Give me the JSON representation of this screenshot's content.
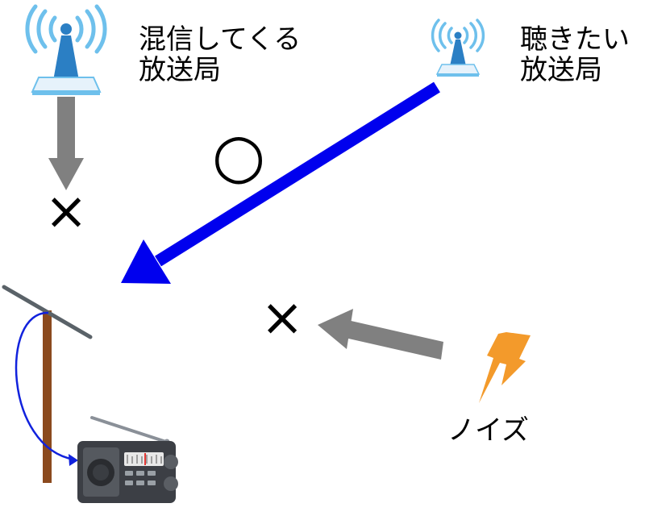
{
  "labels": {
    "interfering_station": [
      "混信してくる",
      "放送局"
    ],
    "desired_station": [
      "聴きたい",
      "放送局"
    ],
    "noise": "ノイズ"
  },
  "symbols": {
    "ok_mark": "○",
    "ng_mark_top": "×",
    "ng_mark_noise": "×"
  },
  "icons": {
    "interfering_station": "broadcast-tower-icon",
    "desired_station": "broadcast-tower-icon",
    "noise": "lightning-bolt-icon",
    "antenna": "antenna-pole-icon",
    "receiver": "radio-icon"
  },
  "colors": {
    "desired_signal": "#0000ee",
    "blocked_signal": "#808080",
    "tower_blue": "#2b7fc4",
    "wave_light_blue": "#6ec0ec",
    "lightning": "#f39a2b",
    "pole": "#8b4a1e",
    "antenna_bar": "#5a6268",
    "cable": "#1122dd",
    "radio_body": "#3c3f45"
  }
}
